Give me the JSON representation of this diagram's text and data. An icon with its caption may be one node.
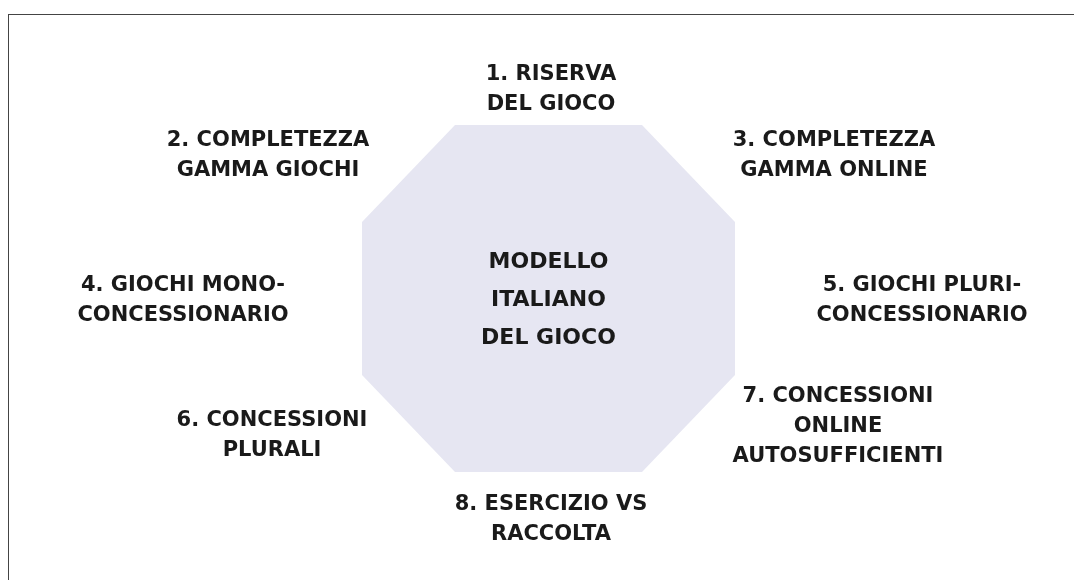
{
  "diagram": {
    "nodes": [
      {
        "text": [
          "MODELLO ITALIANO DEL GIOCO"
        ]
      }
    ],
    "labels": [
      "1. RISERVA DEL GIOCO",
      "2. COMPLETEZZA GAMMA GIOCHI",
      "3. COMPLETEZZA GAMMA ONLINE",
      "4. GIOCHI MONO- CONCESSIONARIO",
      "5. GIOCHI PLURI- CONCESSIONARIO",
      "6. CONCESSIONI PLURALI",
      "7. CONCESSIONI ONLINE AUTOSUFFICIENTI",
      "8. ESERCIZIO VS RACCOLTA"
    ]
  }
}
